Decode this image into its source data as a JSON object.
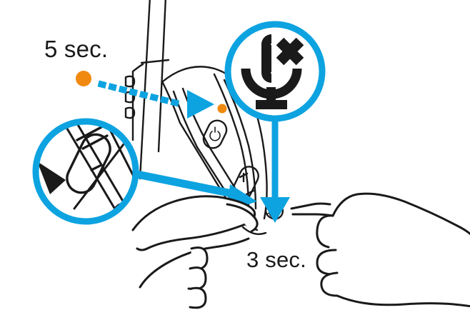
{
  "figure": {
    "kind": "instructional-diagram",
    "subject": "wireless-headset-button-instructions",
    "background_color": "#ffffff"
  },
  "colors": {
    "accent_blue": "#0DA3E0",
    "led_orange": "#F0890F",
    "outline_black": "#1a1a1a",
    "icon_black": "#1a1a1a",
    "white": "#ffffff"
  },
  "labels": {
    "five_sec": "5 sec.",
    "three_sec": "3 sec."
  },
  "callouts": {
    "mic_mute": {
      "icon": "microphone-mute-icon",
      "circle_stroke": "#0DA3E0",
      "points_to": "mute-button"
    },
    "volume_zoom": {
      "icon": "magnifier-detail-icon",
      "circle_stroke": "#0DA3E0",
      "points_to": "volume-rocker-button"
    }
  },
  "indicators": {
    "led": {
      "name": "status-led-dot",
      "color": "#F0890F",
      "duration_label": "5 sec."
    }
  },
  "device": {
    "name": "headset",
    "parts": [
      "headband",
      "headband-slider",
      "earcup",
      "power-button",
      "volume-rocker",
      "mute-button",
      "mic-boom"
    ]
  },
  "hands": [
    {
      "name": "left-hand-pressing-volume",
      "side": "left"
    },
    {
      "name": "right-hand-pressing-mute",
      "side": "right"
    }
  ]
}
